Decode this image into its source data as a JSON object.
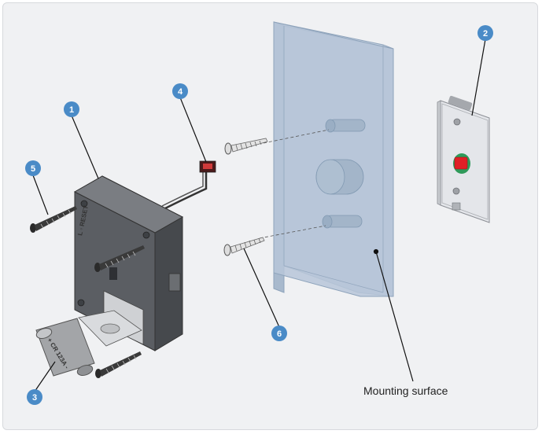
{
  "diagram": {
    "callouts": [
      {
        "id": "1",
        "text": "1"
      },
      {
        "id": "2",
        "text": "2"
      },
      {
        "id": "3",
        "text": "3"
      },
      {
        "id": "4",
        "text": "4"
      },
      {
        "id": "5",
        "text": "5"
      },
      {
        "id": "6",
        "text": "6"
      }
    ],
    "mounting_label": "Mounting surface",
    "battery_label": "+ CR 123A -",
    "colors": {
      "callout": "#4a8bc7",
      "panel": "#b4c4d6",
      "lock_body": "#5c5f63",
      "background": "#f0f1f3"
    }
  }
}
